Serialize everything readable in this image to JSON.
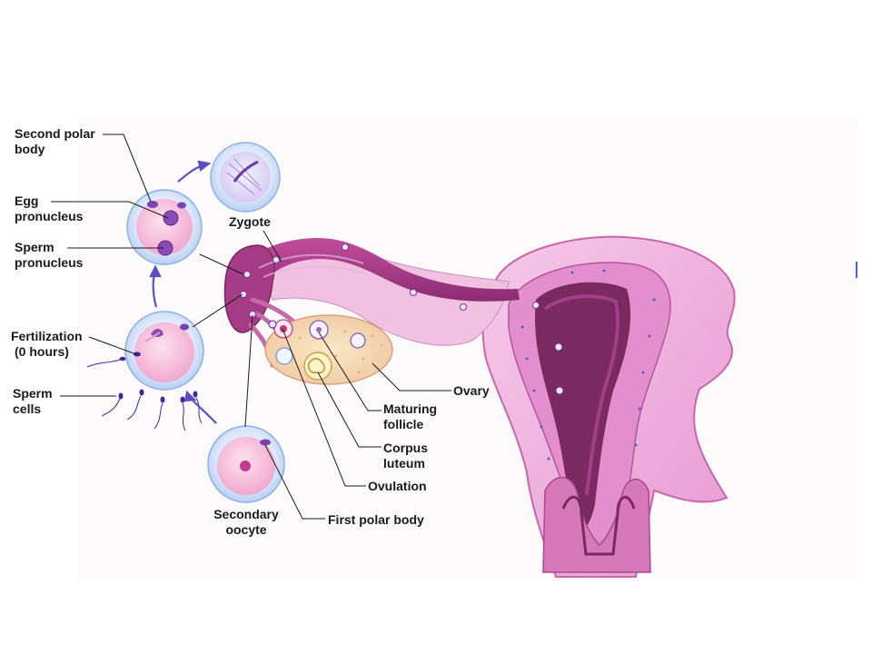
{
  "labels": {
    "second_polar_body": [
      "Second polar",
      "body"
    ],
    "egg_pronucleus": [
      "Egg",
      "pronucleus"
    ],
    "sperm_pronucleus": [
      "Sperm",
      "pronucleus"
    ],
    "fertilization": [
      "Fertilization",
      "(0 hours)"
    ],
    "sperm_cells": [
      "Sperm",
      "cells"
    ],
    "zygote": "Zygote",
    "ovary": "Ovary",
    "maturing_follicle": [
      "Maturing",
      "follicle"
    ],
    "corpus_luteum": [
      "Corpus",
      "luteum"
    ],
    "ovulation": "Ovulation",
    "secondary_oocyte": [
      "Secondary",
      "oocyte"
    ],
    "first_polar_body": "First polar body"
  },
  "colors": {
    "tissue_light": "#f3c4e4",
    "tissue_mid": "#e48fcd",
    "tissue_dark": "#a53a86",
    "cavity": "#6e1f55",
    "cell_outer": "#cfe0f8",
    "cell_inner": "#f7c6dc",
    "nucleus": "#7a3fa8",
    "sperm": "#3d2a9a",
    "arrow": "#5b4ec2",
    "ovary": "#f6dcb5"
  }
}
